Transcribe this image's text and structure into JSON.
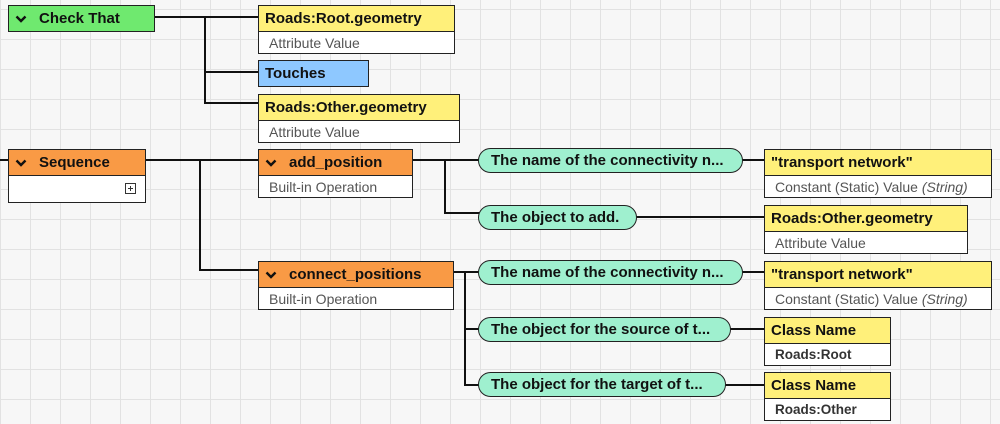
{
  "nodes": {
    "check_that": {
      "label": "Check That"
    },
    "root_geometry": {
      "label": "Roads:Root.geometry",
      "subtitle": "Attribute Value"
    },
    "touches": {
      "label": "Touches"
    },
    "other_geometry_1": {
      "label": "Roads:Other.geometry",
      "subtitle": "Attribute Value"
    },
    "sequence": {
      "label": "Sequence"
    },
    "add_position": {
      "label": "add_position",
      "subtitle": "Built-in Operation"
    },
    "connect_positions": {
      "label": "connect_positions",
      "subtitle": "Built-in Operation"
    },
    "transport_network_1": {
      "label": "\"transport network\"",
      "subtitle": "Constant (Static) Value",
      "subtitle_type": "(String)"
    },
    "other_geometry_2": {
      "label": "Roads:Other.geometry",
      "subtitle": "Attribute Value"
    },
    "transport_network_2": {
      "label": "\"transport network\"",
      "subtitle": "Constant (Static) Value",
      "subtitle_type": "(String)"
    },
    "class_root": {
      "label": "Class Name",
      "subtitle": "Roads:Root"
    },
    "class_other": {
      "label": "Class Name",
      "subtitle": "Roads:Other"
    }
  },
  "params": {
    "add_name": "The name of the connectivity n...",
    "add_object": "The object to add.",
    "connect_name": "The name of the connectivity n...",
    "connect_source": "The object for the source of t...",
    "connect_target": "The object for the target of t..."
  },
  "colors": {
    "condition": "#6fe96f",
    "value": "#fff07a",
    "operation": "#f99a45",
    "predicate": "#8ec8ff",
    "parameter": "#9ff0cf"
  },
  "icons": [
    "chevron-down-icon",
    "expand-plus-icon"
  ]
}
